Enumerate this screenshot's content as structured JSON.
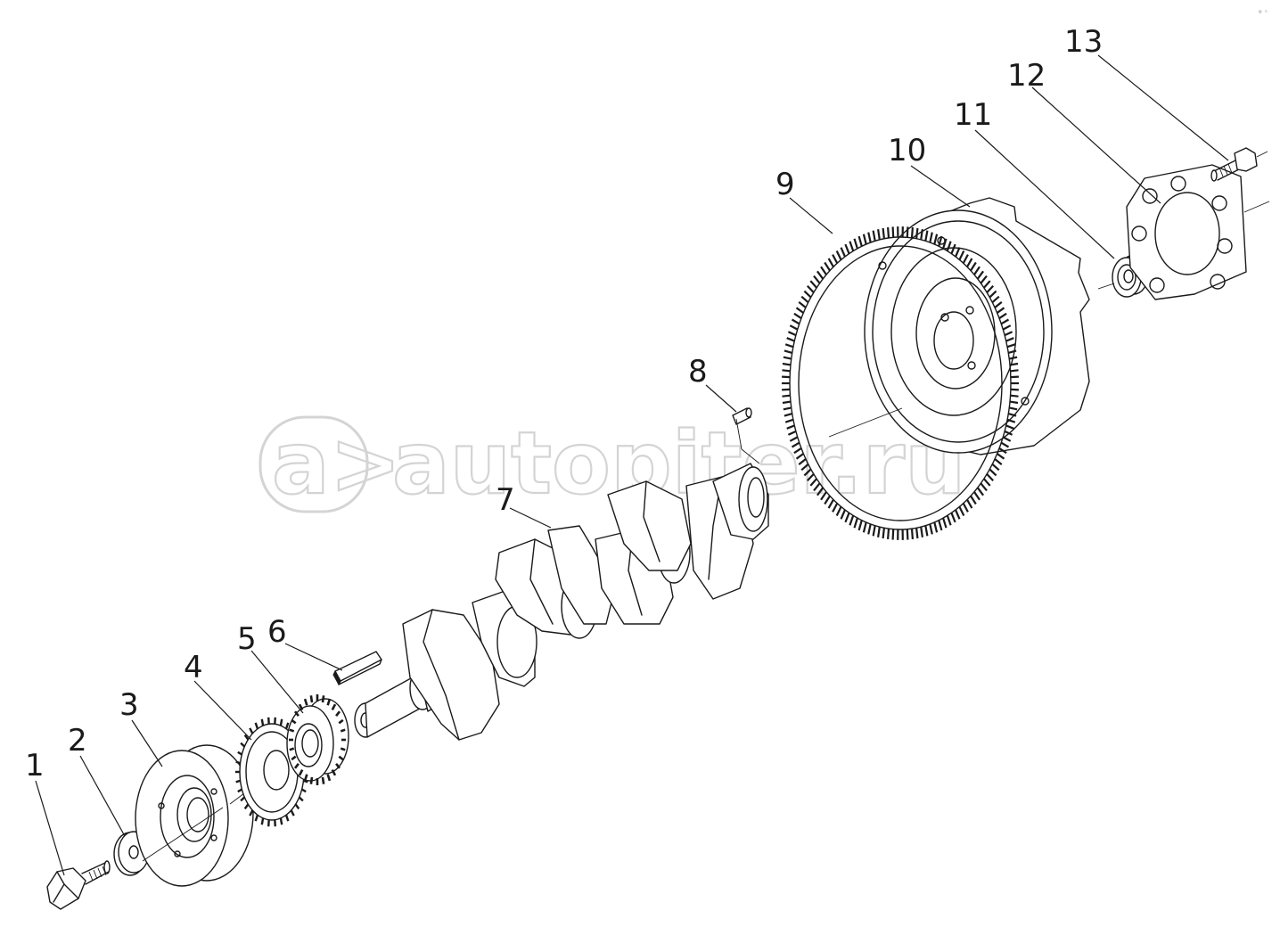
{
  "diagram": {
    "callouts": [
      {
        "id": "1",
        "label": "1"
      },
      {
        "id": "2",
        "label": "2"
      },
      {
        "id": "3",
        "label": "3"
      },
      {
        "id": "4",
        "label": "4"
      },
      {
        "id": "5",
        "label": "5"
      },
      {
        "id": "6",
        "label": "6"
      },
      {
        "id": "7",
        "label": "7"
      },
      {
        "id": "8",
        "label": "8"
      },
      {
        "id": "9",
        "label": "9"
      },
      {
        "id": "10",
        "label": "10"
      },
      {
        "id": "11",
        "label": "11"
      },
      {
        "id": "12",
        "label": "12"
      },
      {
        "id": "13",
        "label": "13"
      }
    ]
  },
  "watermark": {
    "text": "autopiter.ru",
    "logo_text": "a>"
  },
  "colors": {
    "line": "#1a1a1a",
    "background": "#ffffff",
    "watermark": "#d4d4d4"
  }
}
